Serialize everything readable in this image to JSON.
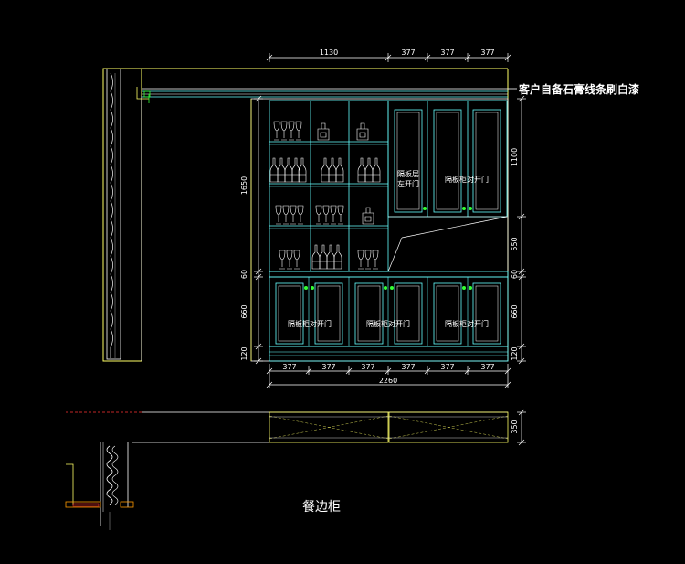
{
  "note": "客户自备石膏线条刷白漆",
  "title": "餐边柜",
  "labels": {
    "left_door_upper_line1": "隔板层",
    "left_door_upper_line2": "左开门",
    "double_door_upper": "隔板柜对开门",
    "double_door_lower_1": "隔板柜对开门",
    "double_door_lower_2": "隔板柜对开门",
    "double_door_lower_3": "隔板柜对开门"
  },
  "dims": {
    "top": [
      "1130",
      "377",
      "377",
      "377"
    ],
    "bottom": [
      "377",
      "377",
      "377",
      "377",
      "377",
      "377"
    ],
    "total_width": "2260",
    "left_upper": "1650",
    "left_mid": "60",
    "left_lower": "660",
    "left_base": "120",
    "right_upper": "1100",
    "right_mid_upper": "550",
    "right_mid": "60",
    "right_lower": "660",
    "right_base": "120",
    "plan_depth": "350"
  },
  "colors": {
    "yellow": "#ffff66",
    "cyan": "#66ffff",
    "white": "#ffffff",
    "green": "#33ff33",
    "red": "#ff3333",
    "orange": "#ff9900"
  }
}
